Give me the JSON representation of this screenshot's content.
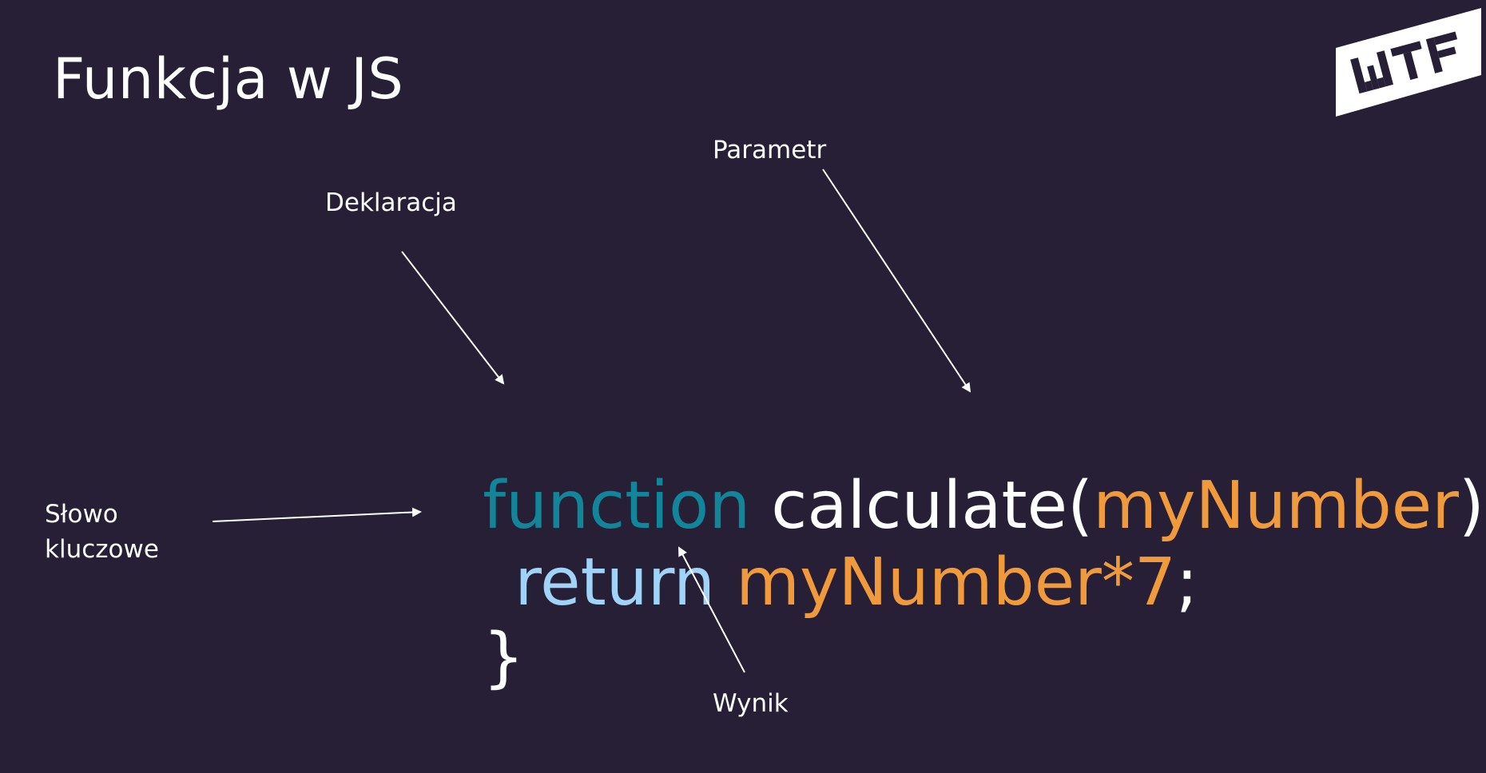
{
  "slide": {
    "title": "Funkcja w JS",
    "labels": {
      "declaration": "Deklaracja",
      "parameter": "Parametr",
      "keyword_line1": "Słowo",
      "keyword_line2": "kluczowe",
      "result": "Wynik"
    },
    "code": {
      "line1": {
        "keyword": "function",
        "name": " calculate(",
        "param": "myNumber",
        "close": ") {"
      },
      "line2": {
        "keyword": "return",
        "expr": " myNumber*7",
        "semicolon": ";"
      },
      "line3": {
        "brace": "}"
      }
    },
    "logo_text": "WTF",
    "colors": {
      "background": "#261f35",
      "keyword": "#11869a",
      "parameter": "#f09a3c",
      "return": "#9fd3f7"
    }
  }
}
